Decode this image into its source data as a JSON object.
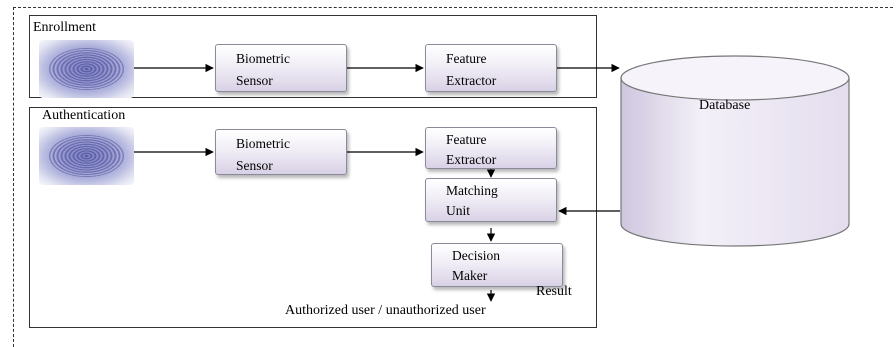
{
  "enrollment": {
    "title": "Enrollment",
    "sensor": [
      "Biometric",
      "Sensor"
    ],
    "extractor": [
      "Feature",
      "Extractor"
    ]
  },
  "authentication": {
    "title": "Authentication",
    "sensor": [
      "Biometric",
      "Sensor"
    ],
    "extractor": [
      "Feature",
      "Extractor"
    ],
    "matcher": [
      "Matching",
      "Unit"
    ],
    "decision": [
      "Decision",
      "Maker"
    ],
    "result_label": "Result",
    "outcome_label": "Authorized user / unauthorized user"
  },
  "database": {
    "label": "Database"
  },
  "colors": {
    "box_gradient_bottom": "#d9d1e6",
    "fingerprint": "#7a7dc0",
    "line": "#000000"
  },
  "icons": [
    "fingerprint-icon"
  ]
}
